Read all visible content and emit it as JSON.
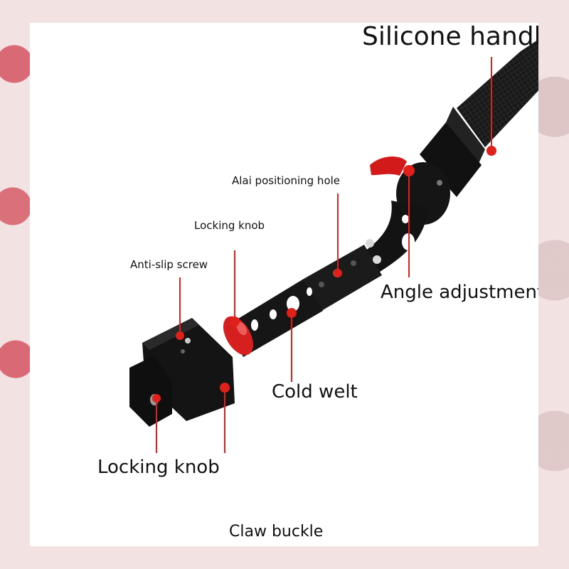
{
  "labels": {
    "silicone_handle": "Silicone handle",
    "alai_positioning_hole": "Alai positioning hole",
    "locking_knob_top": "Locking knob",
    "anti_slip_screw": "Anti-slip screw",
    "angle_adjustment": "Angle adjustment",
    "cold_welt": "Cold welt",
    "locking_knob_bottom": "Locking knob",
    "claw_buckle": "Claw buckle"
  },
  "colors": {
    "accent": "#e0201a",
    "handle": "#1a1a1a",
    "page_background": "#ffffff"
  }
}
